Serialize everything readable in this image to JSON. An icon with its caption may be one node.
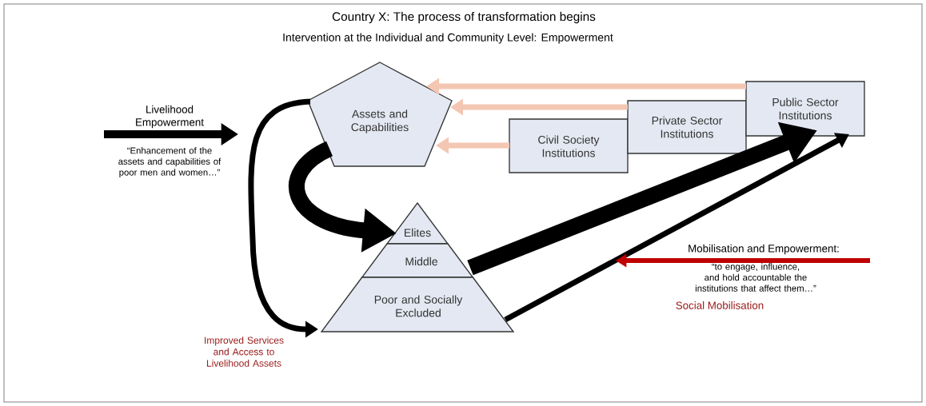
{
  "diagram": {
    "title": "Country X: The process of transformation begins",
    "nodes": [
      {
        "text": [
          "Assets and Capabilities"
        ]
      },
      {
        "text": [
          "Civil Society Institutions"
        ]
      },
      {
        "text": [
          "Private Sector Institutions"
        ]
      },
      {
        "text": [
          "Public Sector Institutions"
        ]
      },
      {
        "text": [
          "Elites"
        ]
      },
      {
        "text": [
          "Middle"
        ]
      },
      {
        "text": [
          "Poor and Socially Excluded"
        ]
      }
    ],
    "edges": [
      {
        "from": 3,
        "to": 0,
        "arrow": "to",
        "color": "#f4c7b3"
      },
      {
        "from": 2,
        "to": 0,
        "arrow": "to",
        "color": "#f4c7b3"
      },
      {
        "from": 1,
        "to": 0,
        "arrow": "to",
        "color": "#f4c7b3"
      },
      {
        "from": 0,
        "to": 6,
        "arrow": "to"
      },
      {
        "from": 0,
        "to": 4,
        "arrow": "to",
        "style": "thick"
      },
      {
        "from": 5,
        "to": 3,
        "arrow": "to",
        "style": "thick"
      },
      {
        "from": 6,
        "to": 3,
        "arrow": "to"
      }
    ],
    "labels": [
      "Intervention at the Individual and Community Level: Empowerment",
      "Livelihood Empowerment",
      "“Enhancement of the assets and capabilities of poor men and women…”",
      "Mobilisation and Empowerment:",
      "“to engage, influence, and hold accountable the institutions that affect them…”",
      "Improved Services and Access to Livelihood Assets",
      "Social Mobilisation"
    ]
  }
}
